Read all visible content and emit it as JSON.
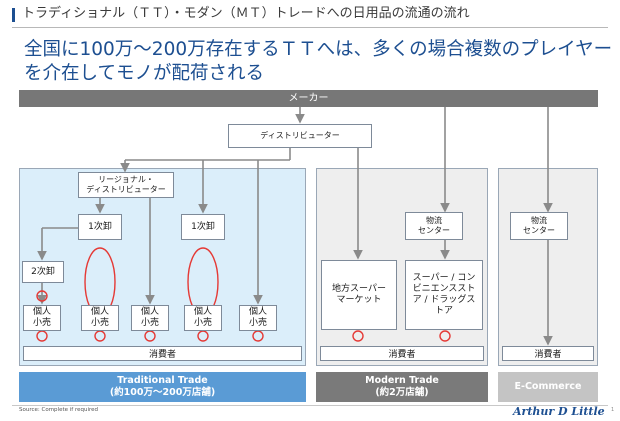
{
  "header": {
    "section_title": "トラディショナル（ＴＴ）・モダン（ＭＴ）トレードへの日用品の流通の流れ"
  },
  "headline": "全国に100万～200万存在するＴＴへは、多くの場合複数のプレイヤーを介在してモノが配荷される",
  "nodes": {
    "maker": "メーカー",
    "distributor": "ディストリビューター",
    "regional_distributor_line1": "リージョナル・",
    "regional_distributor_line2": "ディストリビューター",
    "wholesale1_a": "1次卸",
    "wholesale1_b": "1次卸",
    "wholesale2": "2次卸",
    "retail_line1": "個人",
    "retail_line2": "小売",
    "local_super_line1": "地方スーパー",
    "local_super_line2": "マーケット",
    "mt_logistics_line1": "物流",
    "mt_logistics_line2": "センター",
    "mt_stores": "スーパー / コンビニエンスストア / ドラッグストア",
    "ec_logistics_line1": "物流",
    "ec_logistics_line2": "センター"
  },
  "consumer_label": "消費者",
  "channels": {
    "tt": {
      "name": "Traditional Trade",
      "count": "(約100万～200万店舗)"
    },
    "mt": {
      "name": "Modern Trade",
      "count": "(約2万店舗)"
    },
    "ec": {
      "name": "E-Commerce"
    }
  },
  "footer": {
    "source": "Source: Complete if required",
    "logo": "Arthur D Little",
    "page": "1"
  },
  "colors": {
    "brand_blue": "#1d4f91",
    "tt_region": "#dbeefa",
    "tt_label": "#5a9bd5",
    "mt_label": "#7a7a7a",
    "ec_label": "#c4c4c4",
    "maker_bar": "#777777",
    "arrow": "#8a8a8a",
    "loop": "#e53935"
  }
}
